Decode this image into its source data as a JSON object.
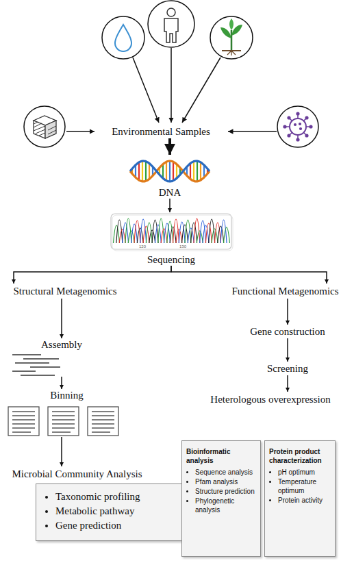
{
  "diagram": {
    "nodes": [
      {
        "text": [
          "Environmental Samples"
        ]
      },
      {
        "text": [
          "DNA"
        ]
      },
      {
        "text": [
          "Sequencing"
        ]
      },
      {
        "text": [
          "Structural Metagenomics"
        ]
      },
      {
        "text": [
          "Assembly"
        ]
      },
      {
        "text": [
          "Binning"
        ]
      },
      {
        "text": [
          "Microbial Community Analysis"
        ]
      },
      {
        "text": [
          "Taxonomic profiling",
          "Metabolic pathway",
          "Gene prediction"
        ]
      },
      {
        "text": [
          "Functional Metagenomics"
        ]
      },
      {
        "text": [
          "Gene construction"
        ]
      },
      {
        "text": [
          "Screening"
        ]
      },
      {
        "text": [
          "Heterologous overexpression"
        ]
      },
      {
        "text": [
          "Bioinformatic analysis",
          "Sequence analysis",
          "Pfam analysis",
          "Structure prediction",
          "Phylogenetic analysis"
        ]
      },
      {
        "text": [
          "Protein product characterization",
          "pH optimum",
          "Temperature optimum",
          "Protein activity"
        ]
      }
    ],
    "edges": [
      {
        "from": 0,
        "to": 1,
        "arrow": "to"
      },
      {
        "from": 1,
        "to": 2,
        "arrow": "to"
      },
      {
        "from": 2,
        "to": 3,
        "arrow": "to"
      },
      {
        "from": 2,
        "to": 8,
        "arrow": "to"
      },
      {
        "from": 3,
        "to": 4,
        "arrow": "to"
      },
      {
        "from": 4,
        "to": 5,
        "arrow": "to"
      },
      {
        "from": 5,
        "to": 6,
        "arrow": "to"
      },
      {
        "from": 8,
        "to": 9,
        "arrow": "to"
      },
      {
        "from": 9,
        "to": 10,
        "arrow": "to"
      },
      {
        "from": 10,
        "to": 11,
        "arrow": "to"
      }
    ],
    "labels": [
      "120",
      "130"
    ]
  }
}
